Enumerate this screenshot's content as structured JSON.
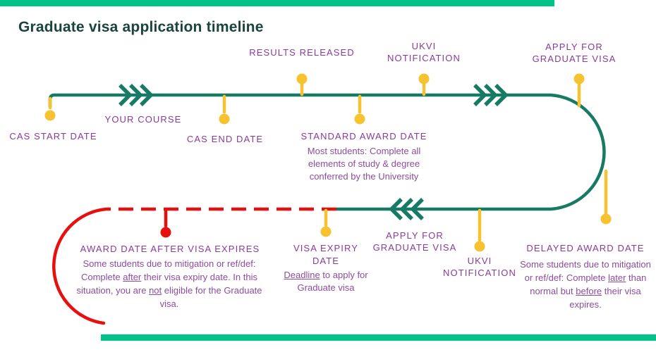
{
  "title": "Graduate visa application timeline",
  "colors": {
    "accent_bar_green": "#00c389",
    "timeline_green": "#177a64",
    "alert_red": "#e8100f",
    "marker_yellow": "#f6c230",
    "heading_purple": "#8a3a9b",
    "body_purple": "#8d4b9e",
    "title_teal": "#1a453f"
  },
  "timeline": {
    "milestones": {
      "cas_start": {
        "label": "CAS START DATE"
      },
      "your_course": {
        "label": "YOUR COURSE"
      },
      "cas_end": {
        "label": "CAS END DATE"
      },
      "results_released": {
        "label": "RESULTS RELEASED"
      },
      "standard_award": {
        "label": "STANDARD AWARD DATE",
        "body": "Most students: Complete all elements of study & degree conferred by the University"
      },
      "ukvi_notification_top": {
        "label": "UKVI\nNOTIFICATION"
      },
      "apply_graduate_visa_top": {
        "label": "APPLY FOR\nGRADUATE VISA"
      },
      "delayed_award": {
        "label": "DELAYED AWARD DATE",
        "body_p1": "Some students due to mitigation or ref/def: Complete ",
        "body_u1": "later",
        "body_p2": " than normal but ",
        "body_u2": "before",
        "body_p3": " their visa expires."
      },
      "ukvi_notification_bottom": {
        "label": "UKVI\nNOTIFICATION"
      },
      "apply_graduate_visa_bottom": {
        "label": "APPLY FOR\nGRADUATE VISA"
      },
      "visa_expiry": {
        "label": "VISA EXPIRY\nDATE",
        "body_u1": "Deadline",
        "body_p1": " to apply for Graduate visa"
      },
      "award_after_expiry": {
        "label": "AWARD DATE AFTER VISA EXPIRES",
        "body_p1": "Some students due to mitigation or ref/def: Complete ",
        "body_u1": "after",
        "body_p2": " their visa expiry date. In this situation, you are ",
        "body_u2": "not",
        "body_p3": " eligible for the Graduate visa."
      }
    }
  }
}
